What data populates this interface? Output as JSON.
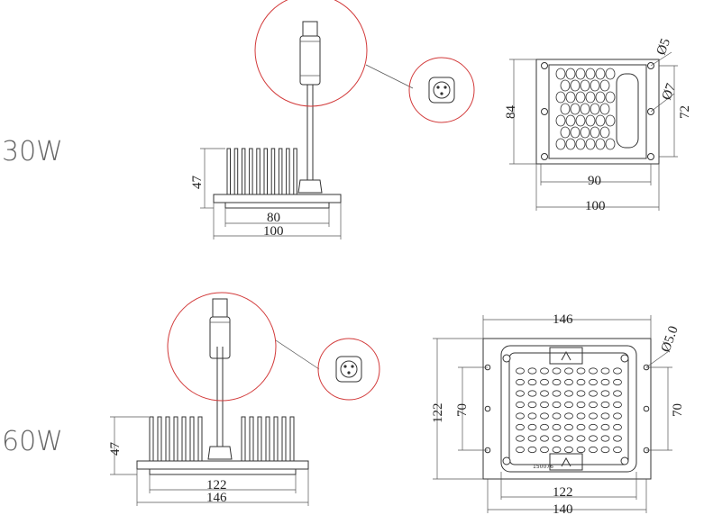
{
  "variants": [
    {
      "power": "30W",
      "side": {
        "height": "47",
        "inner_width": "80",
        "outer_width": "100"
      },
      "top": {
        "height_outer": "84",
        "height_inner": "72",
        "width_inner": "90",
        "width_outer": "100",
        "hole_large": "Ø5",
        "hole_small": "Ø7"
      }
    },
    {
      "power": "60W",
      "side": {
        "height": "47",
        "inner_width": "122",
        "outer_width": "146"
      },
      "top": {
        "width_top": "146",
        "height_outer": "122",
        "height_left": "70",
        "height_right": "70",
        "width_inner": "122",
        "width_outer": "140",
        "hole": "Ø5.0",
        "board_label": "150076"
      }
    }
  ]
}
